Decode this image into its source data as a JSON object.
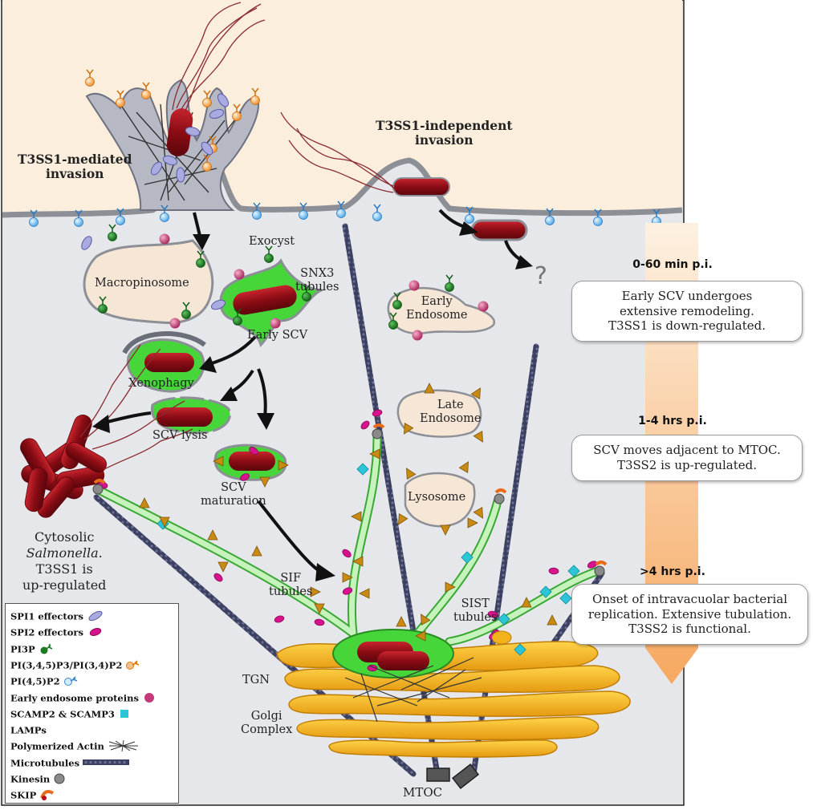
{
  "labels": {
    "t3ss1_mediated": [
      "T3SS1-mediated",
      "invasion"
    ],
    "t3ss1_independent": [
      "T3SS1-independent",
      "invasion"
    ],
    "exocyst": "Exocyst",
    "macropinosome": "Macropinosome",
    "snx3": [
      "SNX3",
      "tubules"
    ],
    "early_scv": "Early SCV",
    "early_endosome": [
      "Early",
      "Endosome"
    ],
    "question": "?",
    "xenophagy": "Xenophagy",
    "scv_lysis": "SCV lysis",
    "scv_maturation": [
      "SCV",
      "maturation"
    ],
    "late_endosome": [
      "Late",
      "Endosome"
    ],
    "lysosome": "Lysosome",
    "cytosolic": [
      "Cytosolic",
      "Salmonella.",
      "T3SS1 is",
      "up-regulated"
    ],
    "sif": [
      "SIF",
      "tubules"
    ],
    "sist": [
      "SIST",
      "tubules"
    ],
    "tgn": "TGN",
    "golgi": [
      "Golgi",
      "Complex"
    ],
    "mtoc": "MTOC"
  },
  "stages": [
    {
      "title": "0-60 min p.i.",
      "text": [
        "Early SCV undergoes",
        "extensive remodeling.",
        "T3SS1 is down-regulated."
      ]
    },
    {
      "title": "1-4 hrs p.i.",
      "text": [
        "SCV moves adjacent to MTOC.",
        "T3SS2 is up-regulated."
      ]
    },
    {
      "title": ">4 hrs p.i.",
      "text": [
        "Onset of intravacuolar bacterial",
        "replication.  Extensive tubulation.",
        "T3SS2 is functional."
      ]
    }
  ],
  "legend": [
    {
      "label": "SPI1 effectors",
      "icon": "spi1-effector"
    },
    {
      "label": "SPI2 effectors",
      "icon": "spi2-effector"
    },
    {
      "label": "PI3P",
      "icon": "pi3p"
    },
    {
      "label": "PI(3,4,5)P3/PI(3,4)P2",
      "icon": "pip3"
    },
    {
      "label": "PI(4,5)P2",
      "icon": "pip2"
    },
    {
      "label": "Early endosome proteins",
      "icon": "early-endosome-protein"
    },
    {
      "label": "SCAMP2 & SCAMP3",
      "icon": "scamp"
    },
    {
      "label": "LAMPs",
      "icon": "lamp"
    },
    {
      "label": "Polymerized Actin",
      "icon": "actin"
    },
    {
      "label": "Microtubules",
      "icon": "microtubule"
    },
    {
      "label": "Kinesin",
      "icon": "kinesin"
    },
    {
      "label": "SKIP",
      "icon": "skip"
    }
  ],
  "colors": {
    "extracellular": "#fbeedd",
    "cytoplasm": "#e6e7ea",
    "membrane": "#8c8f96",
    "bacterium": "#a0101a",
    "scv_green": "#46d63a",
    "golgi": "#f2b21c",
    "microtubule": "#3a3e5c",
    "timeline": "#f6b06a",
    "lamp": "#c98a14",
    "scamp": "#2ac6d8",
    "spi2": "#d6128c",
    "spi1": "#8c8fd6"
  }
}
